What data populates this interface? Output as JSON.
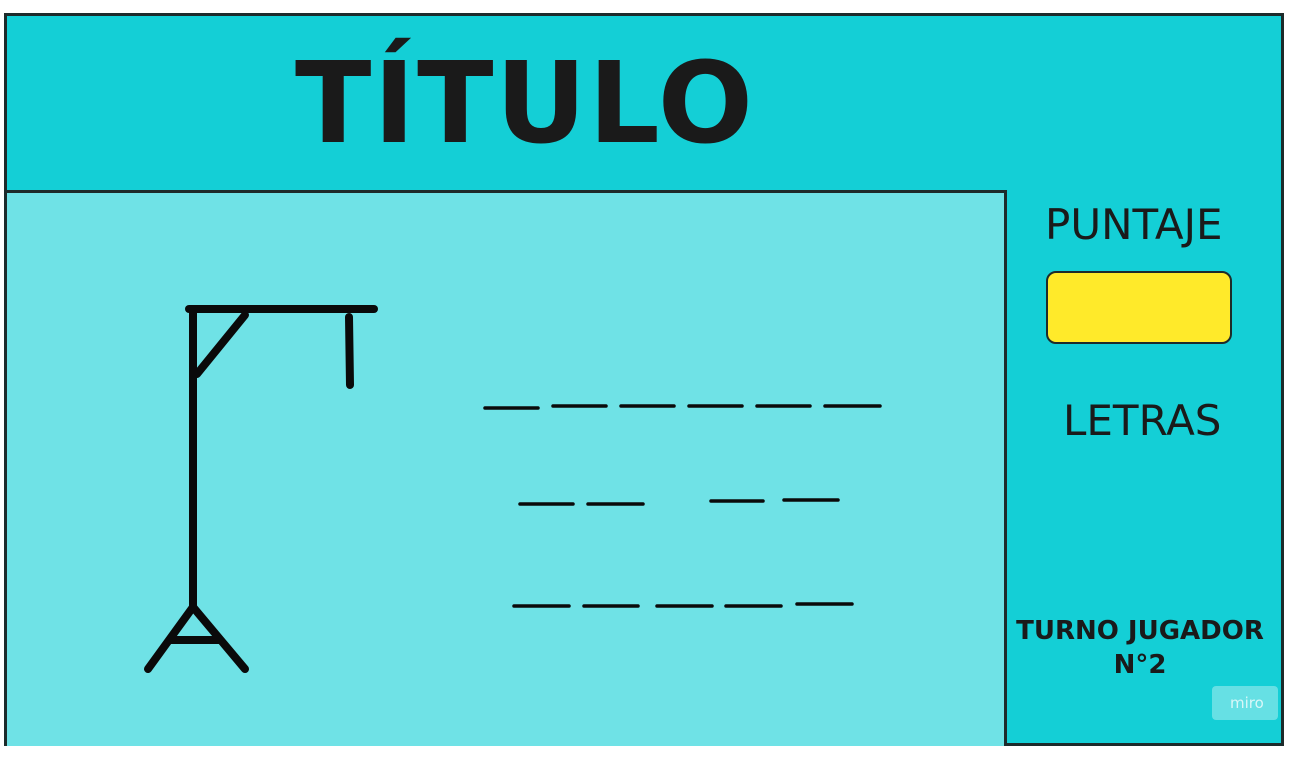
{
  "header": {
    "title": "TÍTULO"
  },
  "game": {
    "word_rows": [
      {
        "slots": 6
      },
      {
        "slots": 4,
        "groups": [
          2,
          2
        ]
      },
      {
        "slots": 5
      }
    ]
  },
  "sidebar": {
    "score_label": "PUNTAJE",
    "score_value": "",
    "letters_label": "LETRAS",
    "turn_label": "TURNO JUGADOR N°2"
  },
  "watermark": {
    "text": "miro"
  },
  "colors": {
    "background": "#14cfd6",
    "game_panel": "#6fe2e6",
    "score_box": "#ffea2a",
    "ink": "#1a1a1a"
  },
  "icons": {
    "gallows": "gallows-icon"
  }
}
